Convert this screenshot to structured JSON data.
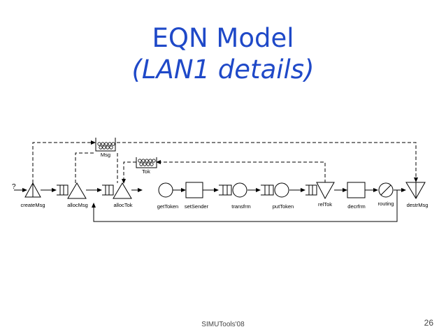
{
  "title": "EQN Model",
  "subtitle": "(LAN1 details)",
  "diagram": {
    "input_label": "?",
    "pools": {
      "msg": "Msg",
      "tok": "Tok"
    },
    "nodes": {
      "createMsg": "createMsg",
      "allocMsg": "allocMsg",
      "allocTok": "allocTok",
      "getToken": "getToken",
      "setSender": "setSender",
      "transfrm": "transfrm",
      "putToken": "putToken",
      "relTok": "relTok",
      "decrfrm": "decrfrm",
      "routing": "routing",
      "destrMsg": "destrMsg"
    }
  },
  "footer": {
    "text": "SIMUTools'08",
    "page": "26"
  }
}
